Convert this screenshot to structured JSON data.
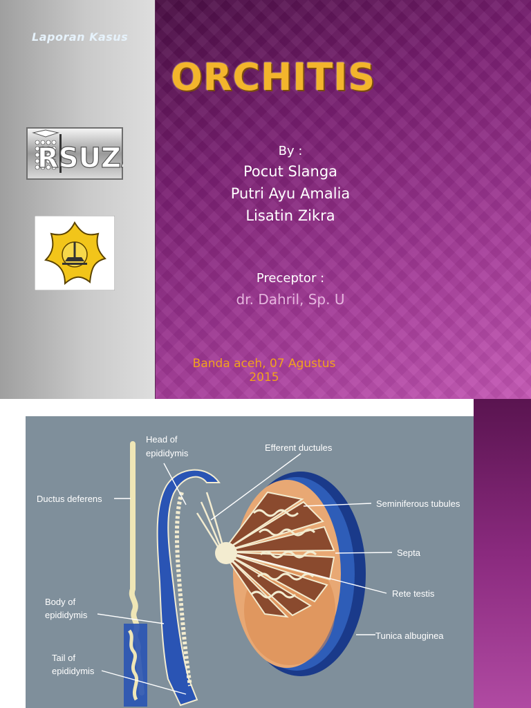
{
  "slide": {
    "header_label": "Laporan Kasus",
    "title": "ORCHITIS",
    "by_label": "By :",
    "authors": [
      "Pocut Slanga",
      "Putri Ayu Amalia",
      "Lisatin Zikra"
    ],
    "preceptor_label": "Preceptor :",
    "preceptor_name": "dr. Dahril, Sp. U",
    "place_date_line1": "Banda aceh, 07 Agustus",
    "place_date_line2": "2015",
    "logo_rsuza_text": "RSUZA",
    "colors": {
      "title": "#f3b52c",
      "place_date": "#f2a21c",
      "background": "#7a1f72"
    }
  },
  "diagram": {
    "labels": {
      "head_of_epididymis_1": "Head of",
      "head_of_epididymis_2": "epididymis",
      "efferent_ductules": "Efferent ductules",
      "ductus_deferens": "Ductus deferens",
      "seminiferous_tubules": "Seminiferous tubules",
      "septa": "Septa",
      "rete_testis": "Rete testis",
      "body_of_epididymis_1": "Body of",
      "body_of_epididymis_2": "epididymis",
      "tunica_albuginea": "Tunica albuginea",
      "tail_of_epididymis_1": "Tail of",
      "tail_of_epididymis_2": "epididymis"
    }
  }
}
